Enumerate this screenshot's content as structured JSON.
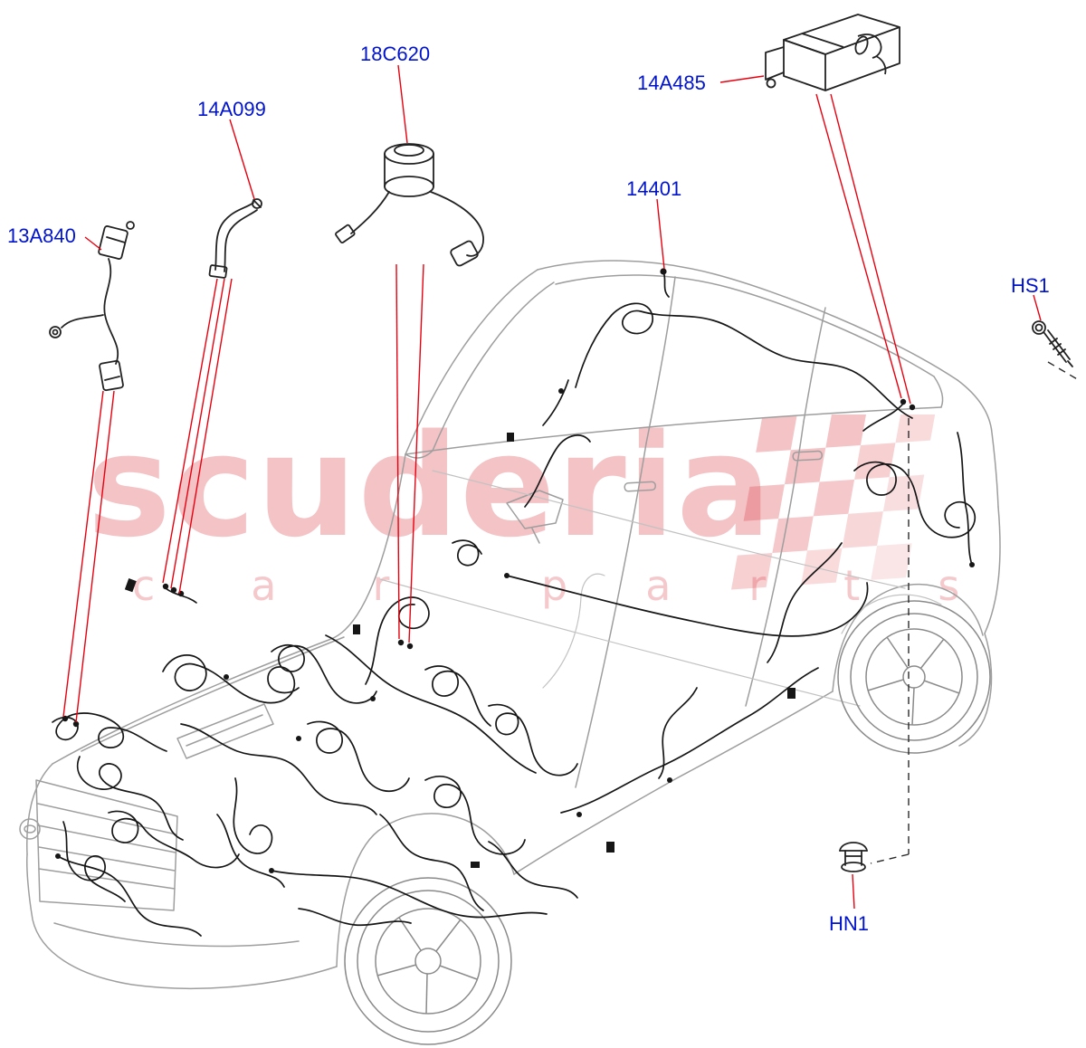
{
  "diagram": {
    "part_labels": {
      "p13A840": "13A840",
      "p14A099": "14A099",
      "p18C620": "18C620",
      "p14A485": "14A485",
      "p14401": "14401",
      "pHS1": "HS1",
      "pHN1": "HN1"
    },
    "label_color": "#0013cd",
    "leader_color": "#e8000f"
  },
  "watermark": {
    "brand": "scuderia",
    "tagline_left": "car",
    "tagline_right": "parts",
    "color": "#df4952"
  }
}
